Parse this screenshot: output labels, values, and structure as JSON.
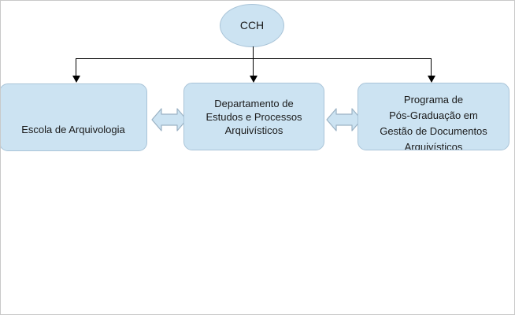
{
  "diagram": {
    "title_node": {
      "id": "cch",
      "label": "CCH",
      "shape": "ellipse"
    },
    "nodes": [
      {
        "id": "escola",
        "label": "Escola de Arquivologia",
        "shape": "rounded-rect"
      },
      {
        "id": "departamento",
        "label": "Departamento de\nEstudos e Processos\nArquivísticos",
        "shape": "rounded-rect"
      },
      {
        "id": "programa",
        "label": "Programa de\nPós-Graduação em\nGestão de Documentos\nArquivísticos",
        "shape": "rounded-rect"
      }
    ],
    "connectors": {
      "tree_arrows": [
        "down-arrow-escola",
        "down-arrow-departamento",
        "down-arrow-programa"
      ],
      "peer_arrows": [
        "bidirectional-arrow-left",
        "bidirectional-arrow-right"
      ]
    },
    "colors": {
      "node_fill": "#cce3f2",
      "node_border": "#a9c4d8",
      "line": "#000000",
      "canvas": "#ffffff",
      "frame": "#c9c9c9"
    }
  }
}
